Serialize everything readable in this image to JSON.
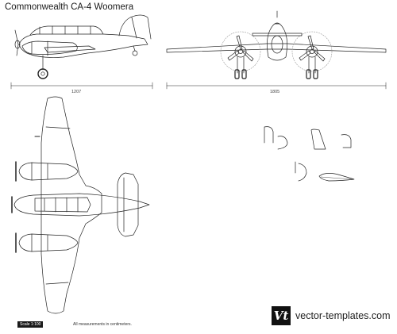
{
  "title": "Commonwealth CA-4 Woomera",
  "dimensions": {
    "length_label": "1207",
    "span_label": "1805"
  },
  "footer": {
    "scale_badge": "Scale 1:100",
    "note": "All measurements in centimeters.",
    "logo_text": "Vt",
    "site": "vector-templates.com"
  },
  "colors": {
    "line": "#222222",
    "badge": "#1a1a1a",
    "background": "#ffffff"
  }
}
